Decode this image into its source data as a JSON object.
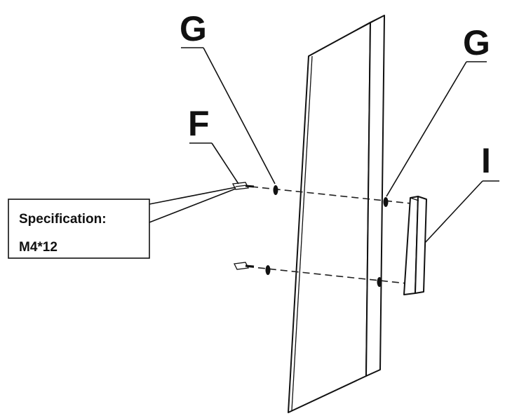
{
  "labels": {
    "g_left": "G",
    "g_right": "G",
    "f": "F",
    "i": "I"
  },
  "callout": {
    "line1": "Specification:",
    "line2": "M4*12"
  },
  "icons": [
    "screw-icon",
    "washer-icon",
    "bracket-icon"
  ],
  "colors": {
    "ink": "#111111",
    "background": "#ffffff"
  }
}
